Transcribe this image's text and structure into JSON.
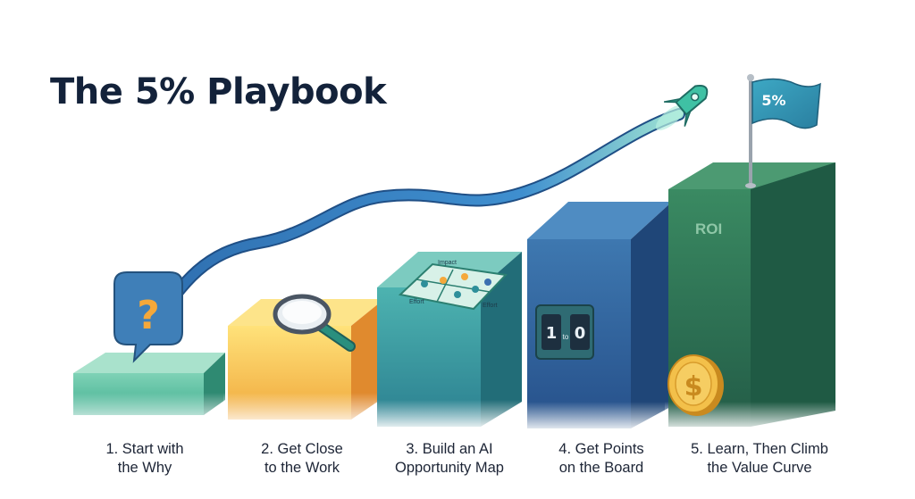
{
  "title": "The 5% Playbook",
  "steps": [
    {
      "label_line1": "1. Start with",
      "label_line2": "the Why",
      "icon": "question-mark-speech-bubble-icon",
      "color": "#3fae8f"
    },
    {
      "label_line1": "2. Get Close",
      "label_line2": "to the Work",
      "icon": "magnifying-glass-icon",
      "color": "#f5a83a"
    },
    {
      "label_line1": "3. Build an AI",
      "label_line2": "Opportunity Map",
      "icon": "opportunity-map-grid-icon",
      "color": "#2e8f9a",
      "map_labels": {
        "top": "Impact",
        "left": "Effort",
        "right": "Effort"
      }
    },
    {
      "label_line1": "4. Get Points",
      "label_line2": "on the Board",
      "icon": "scoreboard-icon",
      "color": "#2e5f96",
      "score": {
        "left": "1",
        "mid": "to",
        "right": "0"
      }
    },
    {
      "label_line1": "5. Learn, Then Climb",
      "label_line2": "the Value Curve",
      "icon": "coin-icon",
      "color": "#2a6b52",
      "block_text": "ROI",
      "coin_symbol": "$"
    }
  ],
  "flag_text": "5%",
  "decorations": {
    "rocket": "rocket-icon",
    "flag": "flag-icon",
    "curve": "growth-curve-ribbon"
  }
}
